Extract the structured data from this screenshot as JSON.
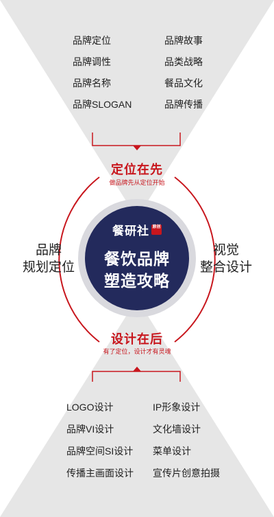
{
  "top_items": {
    "left": [
      "品牌定位",
      "品牌调性",
      "品牌名称",
      "品牌SLOGAN"
    ],
    "right": [
      "品牌故事",
      "品类战略",
      "餐品文化",
      "品牌传播"
    ]
  },
  "top_section": {
    "title": "定位在先",
    "subtitle": "做品牌先从定位开始"
  },
  "left_label": {
    "line1": "品牌",
    "line2": "规划定位"
  },
  "right_label": {
    "line1": "视觉",
    "line2": "整合设计"
  },
  "center": {
    "brand": "餐研社",
    "seal": "原创",
    "title_line1": "餐饮品牌",
    "title_line2": "塑造攻略"
  },
  "bottom_section": {
    "title": "设计在后",
    "subtitle": "有了定位，设计才有灵魂"
  },
  "bottom_items": {
    "left": [
      "LOGO设计",
      "品牌VI设计",
      "品牌空间SI设计",
      "传播主画面设计"
    ],
    "right": [
      "IP形象设计",
      "文化墙设计",
      "菜单设计",
      "宣传片创意拍摄"
    ]
  },
  "colors": {
    "accent_red": "#c8161d",
    "navy": "#232a5c",
    "gray_shape": "#e6e6e6",
    "ring_gray": "#d9d9de"
  }
}
